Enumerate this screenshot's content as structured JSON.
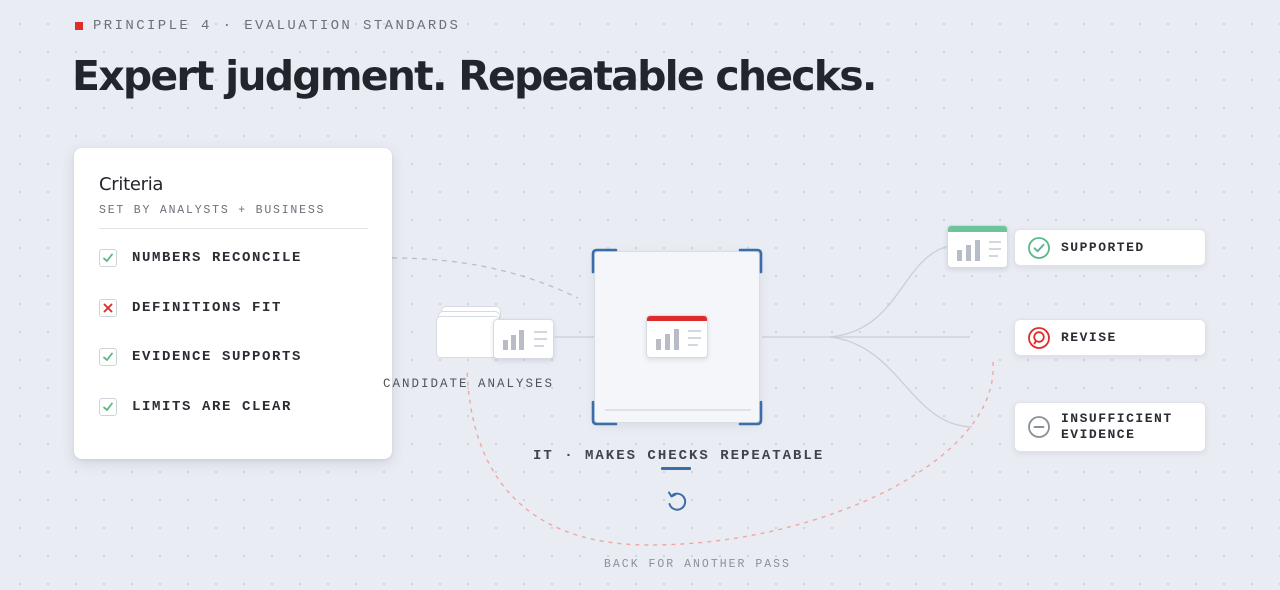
{
  "header": {
    "eyebrow": "PRINCIPLE 4 · EVALUATION STANDARDS",
    "title": "Expert judgment. Repeatable checks."
  },
  "criteria": {
    "title": "Criteria",
    "subtitle": "SET BY ANALYSTS + BUSINESS",
    "items": [
      {
        "label": "NUMBERS RECONCILE",
        "state": "check"
      },
      {
        "label": "DEFINITIONS FIT",
        "state": "fail"
      },
      {
        "label": "EVIDENCE SUPPORTS",
        "state": "check"
      },
      {
        "label": "LIMITS ARE CLEAR",
        "state": "check"
      }
    ]
  },
  "flow": {
    "candidates_label": "CANDIDATE ANALYSES",
    "engine_label": "IT · MAKES CHECKS REPEATABLE",
    "loop_label": "BACK FOR ANOTHER PASS"
  },
  "outcomes": [
    {
      "line1": "SUPPORTED",
      "line2": "",
      "icon": "check-circle-icon",
      "color": "#5cb88a"
    },
    {
      "line1": "REVISE",
      "line2": "",
      "icon": "revise-bubble-icon",
      "color": "#e02b2b"
    },
    {
      "line1": "INSUFFICIENT",
      "line2": "EVIDENCE",
      "icon": "minus-circle-icon",
      "color": "#8a8f98"
    }
  ],
  "colors": {
    "accent_red": "#e02b2b",
    "accent_blue": "#3b6ea8",
    "accent_green": "#5cb88a",
    "loop_dash": "#f0a7a0"
  }
}
